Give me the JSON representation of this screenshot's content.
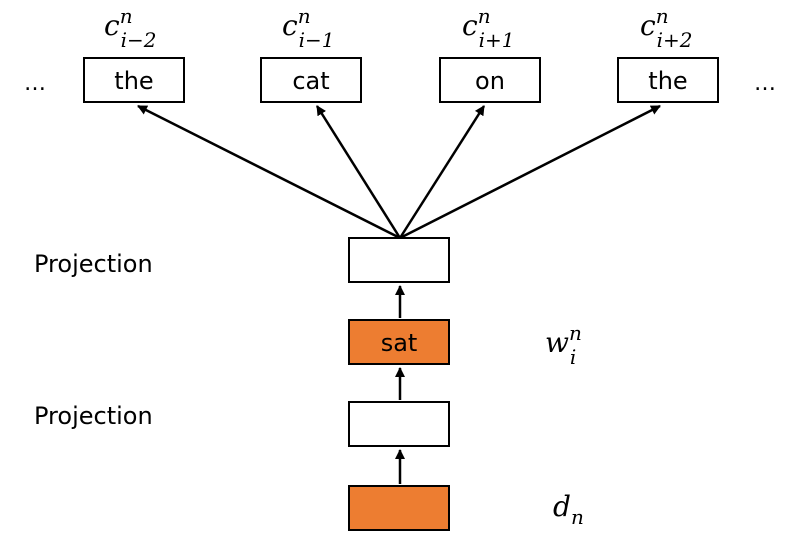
{
  "context_words": [
    {
      "word": "the",
      "math_base": "c",
      "math_sup": "n",
      "math_sub": "i−2"
    },
    {
      "word": "cat",
      "math_base": "c",
      "math_sup": "n",
      "math_sub": "i−1"
    },
    {
      "word": "on",
      "math_base": "c",
      "math_sup": "n",
      "math_sub": "i+1"
    },
    {
      "word": "the",
      "math_base": "c",
      "math_sup": "n",
      "math_sub": "i+2"
    }
  ],
  "ellipsis_left": "…",
  "ellipsis_right": "…",
  "projection_upper_label": "Projection",
  "projection_lower_label": "Projection",
  "word_node": {
    "text": "sat",
    "math_base": "w",
    "math_sup": "n",
    "math_sub": "i"
  },
  "doc_node": {
    "math_base": "d",
    "math_sub": "n"
  },
  "colors": {
    "input_fill": "#ED7D31",
    "box_fill": "#FFFFFF",
    "stroke": "#000000"
  }
}
